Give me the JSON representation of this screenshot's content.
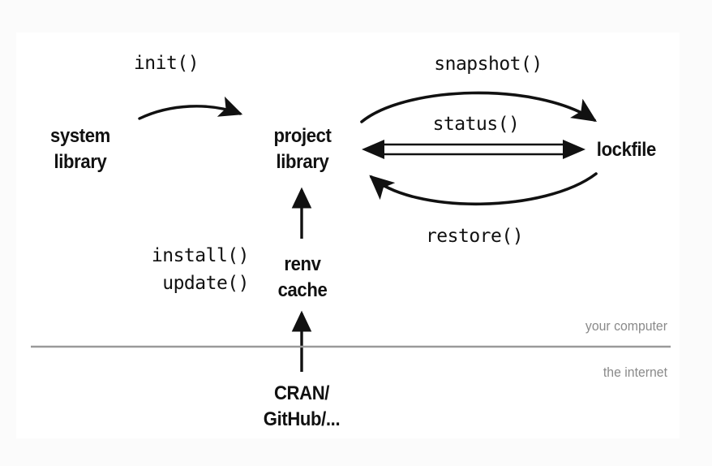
{
  "diagram": {
    "title": "renv workflow diagram",
    "background_color": "#fbfbfb",
    "canvas_color": "#ffffff",
    "ink_color": "#111111",
    "muted_color": "#8a8a8a",
    "nodes": {
      "system_library": "system\nlibrary",
      "project_library": "project\nlibrary",
      "lockfile": "lockfile",
      "renv_cache": "renv\ncache",
      "remote_source": "CRAN/\nGitHub/..."
    },
    "edges": {
      "init": "init()",
      "snapshot": "snapshot()",
      "status": "status()",
      "restore": "restore()",
      "install": "install()",
      "update": "update()"
    },
    "zones": {
      "above": "your computer",
      "below": "the internet"
    }
  }
}
